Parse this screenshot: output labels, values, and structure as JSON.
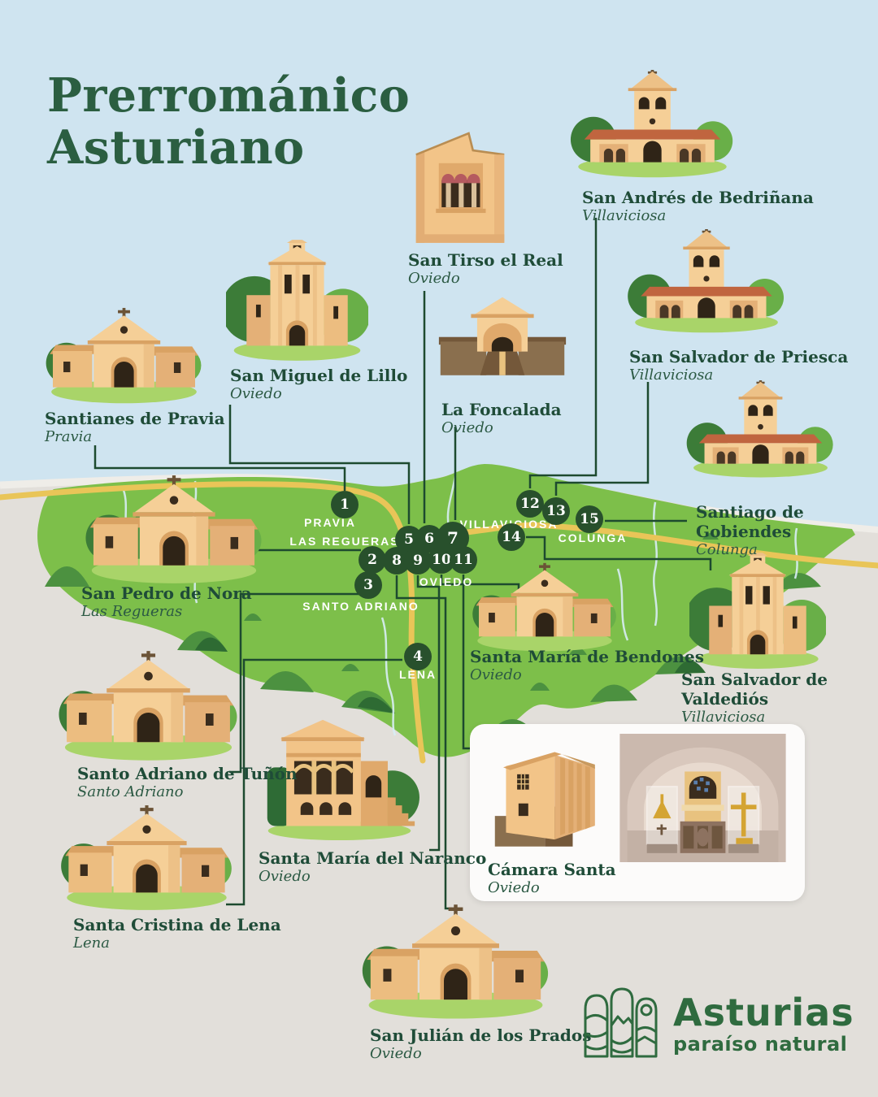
{
  "title": {
    "line1": "Prerrománico",
    "line2": "Asturiano"
  },
  "monuments": [
    {
      "name": "Santianes de Pravia",
      "place": "Pravia"
    },
    {
      "name": "San Miguel de Lillo",
      "place": "Oviedo"
    },
    {
      "name": "San Tirso el Real",
      "place": "Oviedo"
    },
    {
      "name": "La Foncalada",
      "place": "Oviedo"
    },
    {
      "name": "San Andrés de Bedriñana",
      "place": "Villaviciosa"
    },
    {
      "name": "San Salvador de Priesca",
      "place": "Villaviciosa"
    },
    {
      "name": "Santiago de Gobiendes",
      "place": "Colunga"
    },
    {
      "name": "San Pedro de Nora",
      "place": "Las Regueras"
    },
    {
      "name": "Santa María de Bendones",
      "place": "Oviedo"
    },
    {
      "name": "San Salvador de Valdediós",
      "place": "Villaviciosa"
    },
    {
      "name": "Santo Adriano de Tuñón",
      "place": "Santo Adriano"
    },
    {
      "name": "Santa María del Naranco",
      "place": "Oviedo"
    },
    {
      "name": "Santa Cristina de Lena",
      "place": "Lena"
    },
    {
      "name": "Cámara Santa",
      "place": "Oviedo"
    },
    {
      "name": "San Julián de los Prados",
      "place": "Oviedo"
    }
  ],
  "map": {
    "towns": [
      {
        "label": "PRAVIA"
      },
      {
        "label": "LAS REGUERAS"
      },
      {
        "label": "SANTO ADRIANO"
      },
      {
        "label": "OVIEDO"
      },
      {
        "label": "LENA"
      },
      {
        "label": "VILLAVICIOSA"
      },
      {
        "label": "COLUNGA"
      }
    ]
  },
  "markers": [
    "1",
    "2",
    "3",
    "4",
    "5",
    "6",
    "7",
    "8",
    "9",
    "10",
    "11",
    "12",
    "13",
    "14",
    "15"
  ],
  "logo": {
    "brand": "Asturias",
    "tagline": "paraíso natural"
  },
  "colors": {
    "title_green": "#2b5e41",
    "label_green": "#1f4c38",
    "map_green": "#7dbf4a",
    "marker_green": "#28502c",
    "sky_blue": "#cfe4f0",
    "ground_grey": "#e2dfda",
    "road_yellow": "#e9c558",
    "logo_green": "#2f6b3f"
  }
}
